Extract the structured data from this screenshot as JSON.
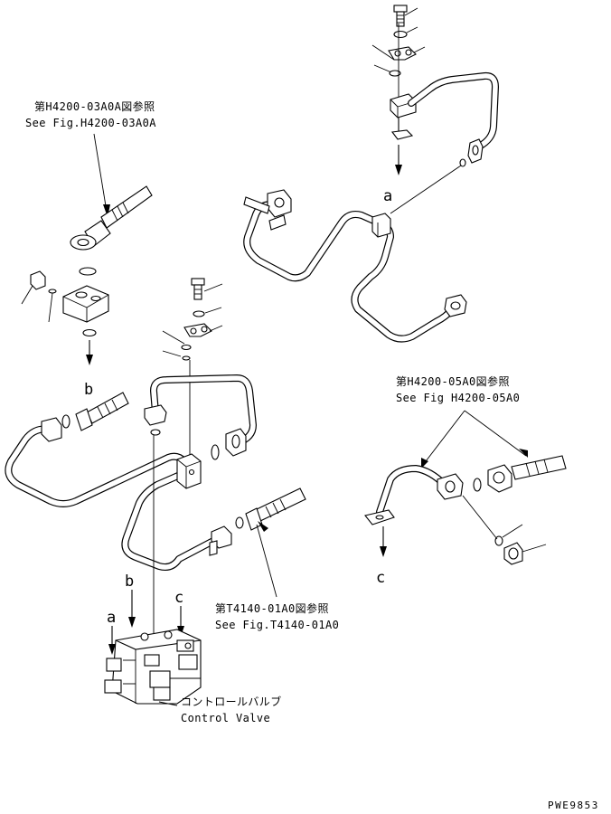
{
  "references": {
    "top_left": {
      "jp": "第H4200-03A0A図参照",
      "en": "See Fig.H4200-03A0A"
    },
    "right": {
      "jp": "第H4200-05A0図参照",
      "en": "See Fig H4200-05A0"
    },
    "bottom": {
      "jp": "第T4140-01A0図参照",
      "en": "See Fig.T4140-01A0"
    }
  },
  "component": {
    "jp": "コントロールバルブ",
    "en": "Control Valve"
  },
  "connection_letters": {
    "a_upper": "a",
    "b_left": "b",
    "c_right": "c",
    "a_valve": "a",
    "b_valve": "b",
    "c_valve": "c"
  },
  "drawing_code": "PWE9853"
}
